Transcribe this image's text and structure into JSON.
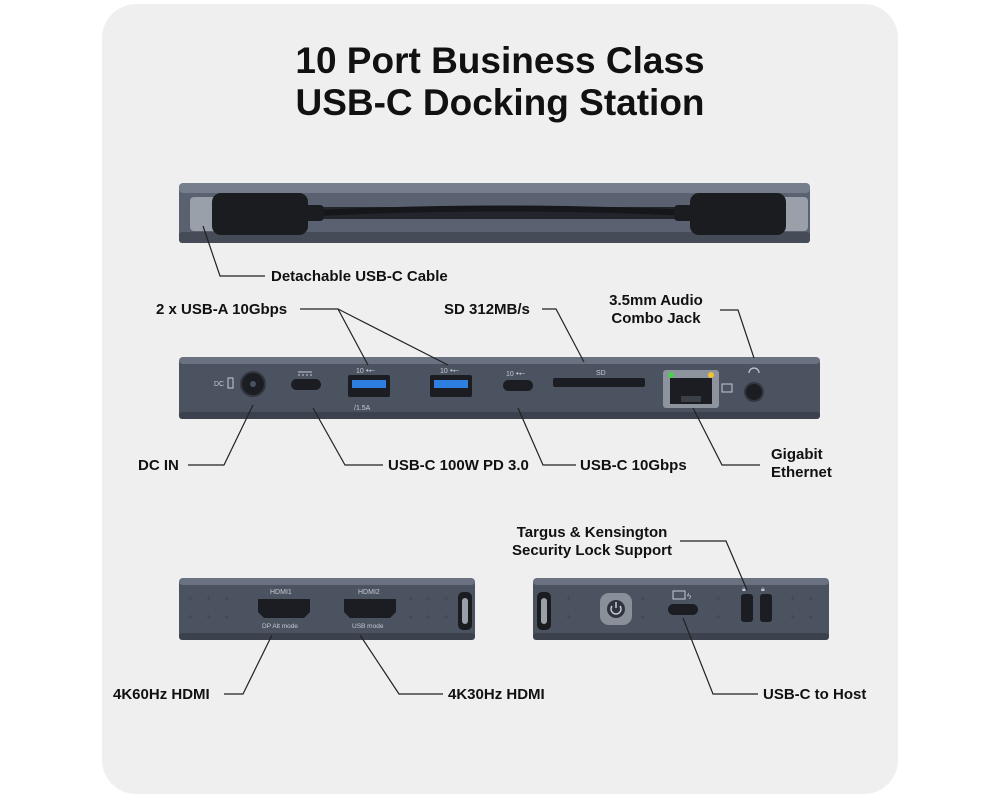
{
  "title": {
    "line1": "10 Port Business Class",
    "line2": "USB-C Docking Station"
  },
  "callouts": {
    "detachable_cable": "Detachable USB-C Cable",
    "usb_a": "2 x USB-A 10Gbps",
    "sd": "SD 312MB/s",
    "audio_line1": "3.5mm Audio",
    "audio_line2": "Combo Jack",
    "dc_in": "DC IN",
    "usbc_pd": "USB-C 100W PD 3.0",
    "usbc_10g": "USB-C 10Gbps",
    "ethernet_line1": "Gigabit",
    "ethernet_line2": "Ethernet",
    "lock_line1": "Targus & Kensington",
    "lock_line2": "Security Lock Support",
    "hdmi1_label": "4K60Hz HDMI",
    "hdmi2_label": "4K30Hz HDMI",
    "usbc_host": "USB-C to Host"
  },
  "port_markings": {
    "dc": "DC",
    "usb_a_rate_1": "10",
    "usb_a_rate_2": "10",
    "usbc_rate": "10",
    "usb_a_current": "/1.5A",
    "sd": "SD",
    "hdmi1": "HDMI1",
    "hdmi1_mode": "DP Alt mode",
    "hdmi2": "HDMI2",
    "hdmi2_mode": "USB mode"
  },
  "colors": {
    "panel": "#efefef",
    "device_body": "#4b5260",
    "device_top": "#6a7281",
    "port": "#1b1d22",
    "usb_blue": "#2f7fe0",
    "led_green": "#48d14a",
    "led_yellow": "#f1c232"
  }
}
